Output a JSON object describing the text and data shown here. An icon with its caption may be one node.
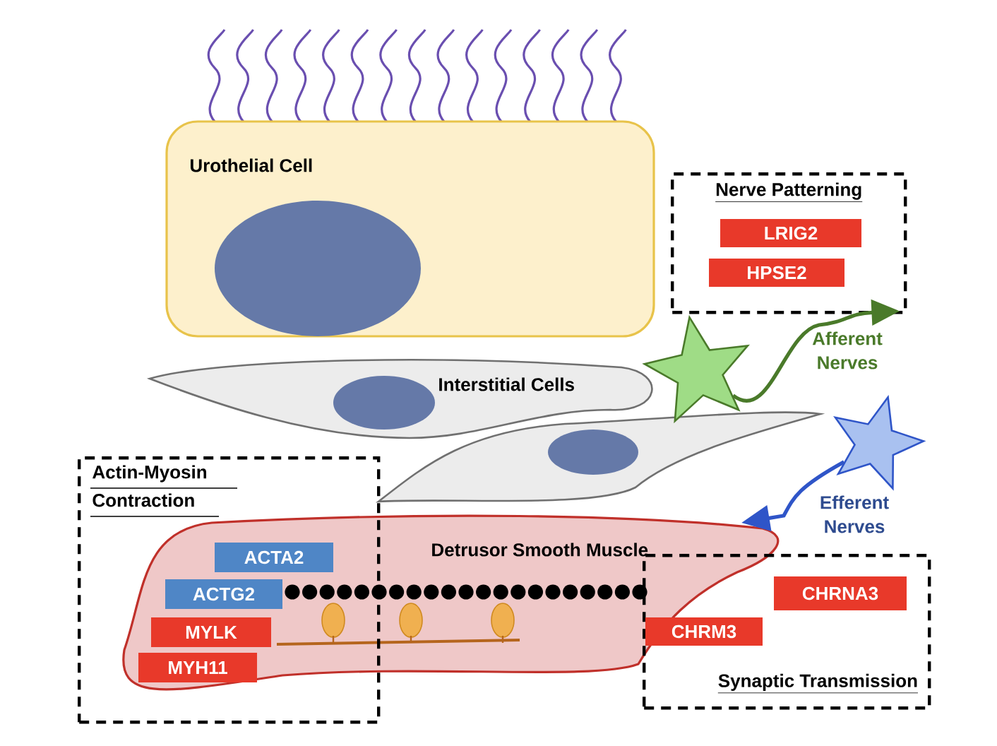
{
  "diagram": {
    "nodes": [
      {
        "text": [
          "Urothelial Cell"
        ]
      },
      {
        "text": [
          "Nerve Patterning"
        ]
      },
      {
        "text": [
          "LRIG2"
        ],
        "in": 1
      },
      {
        "text": [
          "HPSE2"
        ],
        "in": 1
      },
      {
        "text": [
          "Interstitial Cells"
        ]
      },
      {
        "text": [
          "Actin-Myosin Contraction"
        ]
      },
      {
        "text": [
          "Detrusor Smooth Muscle"
        ]
      },
      {
        "text": [
          "ACTA2"
        ]
      },
      {
        "text": [
          "ACTG2"
        ]
      },
      {
        "text": [
          "MYLK"
        ]
      },
      {
        "text": [
          "MYH11"
        ]
      },
      {
        "text": [
          "Synaptic Transmission"
        ]
      },
      {
        "text": [
          "CHRNA3"
        ],
        "in": 11
      },
      {
        "text": [
          "CHRM3"
        ],
        "in": 11
      },
      {
        "text": [],
        "shape": "star"
      },
      {
        "text": [],
        "shape": "star",
        "beside": [
          "Efferent Nerves"
        ]
      }
    ],
    "edges": [
      {
        "from": 14,
        "to": 1,
        "arrow": "to",
        "color": "#4a7a2a"
      },
      {
        "from": 15,
        "to": 6,
        "arrow": "to",
        "color": "#2f55c8"
      }
    ],
    "labels": [
      "Afferent Nerves"
    ]
  }
}
